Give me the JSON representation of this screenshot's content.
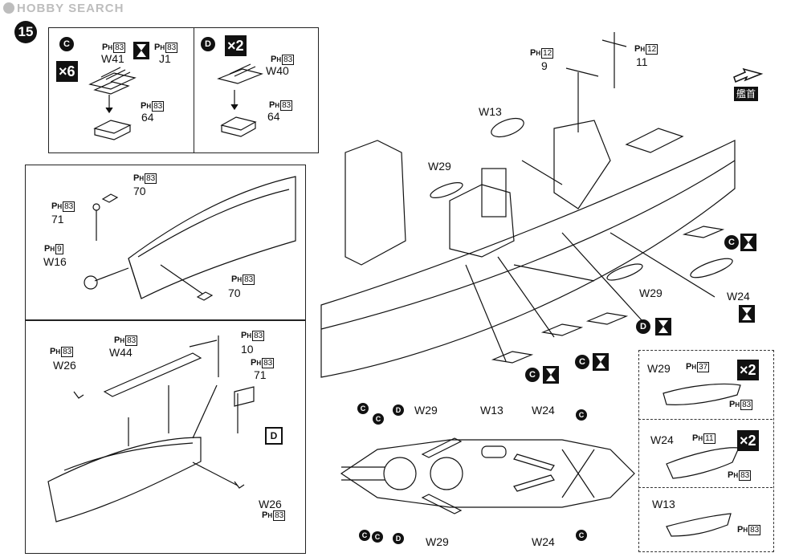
{
  "watermark": "HOBBY SEARCH",
  "step_number": "15",
  "bow_label": "艦首",
  "panel_c": {
    "badge": "C",
    "multiplier": "×6",
    "parts": [
      {
        "pre": "P",
        "sub": "H",
        "num": "83",
        "label": "W41"
      },
      {
        "pre": "P",
        "sub": "H",
        "num": "83",
        "label": "J1"
      },
      {
        "pre": "P",
        "sub": "H",
        "num": "83",
        "label": "64"
      }
    ]
  },
  "panel_d": {
    "badge": "D",
    "multiplier": "×2",
    "parts": [
      {
        "pre": "P",
        "sub": "H",
        "num": "83",
        "label": "W40"
      },
      {
        "pre": "P",
        "sub": "H",
        "num": "83",
        "label": "64"
      }
    ]
  },
  "bow_panel": {
    "parts": [
      {
        "pre": "P",
        "sub": "H",
        "num": "83",
        "label": "70"
      },
      {
        "pre": "P",
        "sub": "H",
        "num": "83",
        "label": "71"
      },
      {
        "pre": "P",
        "sub": "H",
        "num": "9",
        "label": "W16"
      },
      {
        "pre": "P",
        "sub": "H",
        "num": "83",
        "label": "70"
      }
    ]
  },
  "stern_panel": {
    "parts": [
      {
        "pre": "P",
        "sub": "H",
        "num": "83",
        "label": "W44"
      },
      {
        "pre": "P",
        "sub": "H",
        "num": "83",
        "label": "10"
      },
      {
        "pre": "P",
        "sub": "H",
        "num": "83",
        "label": "W26"
      },
      {
        "pre": "P",
        "sub": "H",
        "num": "83",
        "label": "71"
      },
      {
        "pre": "P",
        "sub": "H",
        "num": "83",
        "label": "W26"
      }
    ],
    "badge": "D"
  },
  "main_view": {
    "mast_parts": [
      {
        "pre": "P",
        "sub": "H",
        "num": "12",
        "label": "9"
      },
      {
        "pre": "P",
        "sub": "H",
        "num": "12",
        "label": "11"
      }
    ],
    "labels": [
      "W13",
      "W29",
      "W29",
      "W24"
    ],
    "badges": [
      "C",
      "C",
      "C",
      "D"
    ]
  },
  "plan_view": {
    "top_labels": [
      "W29",
      "W13",
      "W24"
    ],
    "bottom_labels": [
      "W29",
      "W24"
    ],
    "badges_top": [
      "C",
      "C",
      "D",
      "C"
    ],
    "badges_bottom": [
      "C",
      "C",
      "D",
      "C"
    ]
  },
  "boat_boxes": [
    {
      "label": "W29",
      "multiplier": "×2",
      "top_num": "37",
      "bot_num": "83"
    },
    {
      "label": "W24",
      "multiplier": "×2",
      "top_num": "11",
      "bot_num": "83"
    },
    {
      "label": "W13",
      "bot_num": "83"
    }
  ],
  "ph_pre": "P",
  "ph_sub": "H"
}
